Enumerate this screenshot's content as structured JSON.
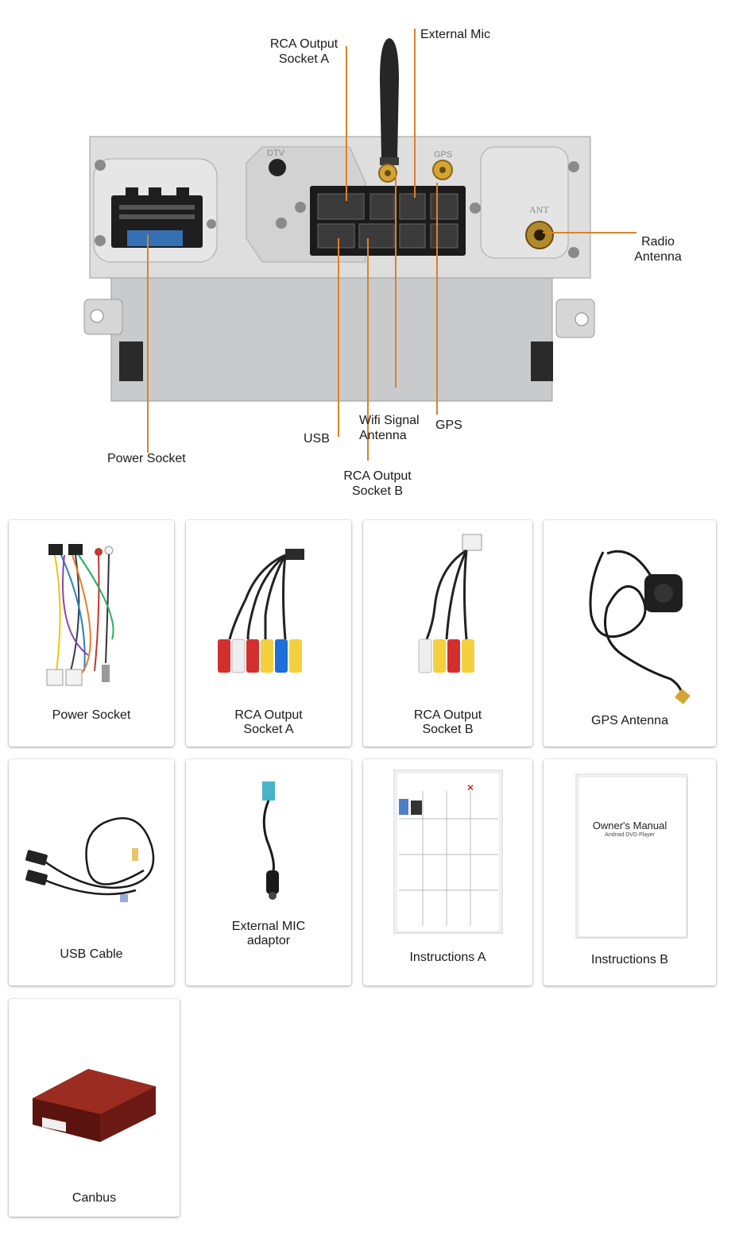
{
  "callouts": {
    "rca_output_socket_a": "RCA Output\nSocket A",
    "external_mic": "External Mic",
    "radio_antenna": "Radio\nAntenna",
    "usb": "USB",
    "wifi_signal_antenna": "Wifi Signal\nAntenna",
    "gps": "GPS",
    "power_socket": "Power Socket",
    "rca_output_socket_b": "RCA Output\nSocket B"
  },
  "unit_markings": {
    "dtv": "DTV",
    "gps": "GPS",
    "ant": "ANT"
  },
  "accessories": [
    {
      "name": "Power Socket",
      "icon": "wire-harness-icon"
    },
    {
      "name": "RCA Output\nSocket A",
      "icon": "rca-cable-icon"
    },
    {
      "name": "RCA Output\nSocket B",
      "icon": "rca-cable-icon"
    },
    {
      "name": "GPS Antenna",
      "icon": "gps-antenna-icon"
    },
    {
      "name": "USB Cable",
      "icon": "usb-cable-icon"
    },
    {
      "name": "External MIC\nadaptor",
      "icon": "mic-adaptor-icon"
    },
    {
      "name": "Instructions A",
      "icon": "instruction-sheet-icon"
    },
    {
      "name": "Instructions B",
      "icon": "manual-booklet-icon"
    },
    {
      "name": "Canbus",
      "icon": "canbus-box-icon"
    }
  ],
  "manual": {
    "title": "Owner's Manual",
    "subtitle": "Android DVD Player"
  },
  "colors": {
    "callout_line": "#d9822b",
    "chassis": "#d8d8d8",
    "connector": "#1e1e1e"
  }
}
